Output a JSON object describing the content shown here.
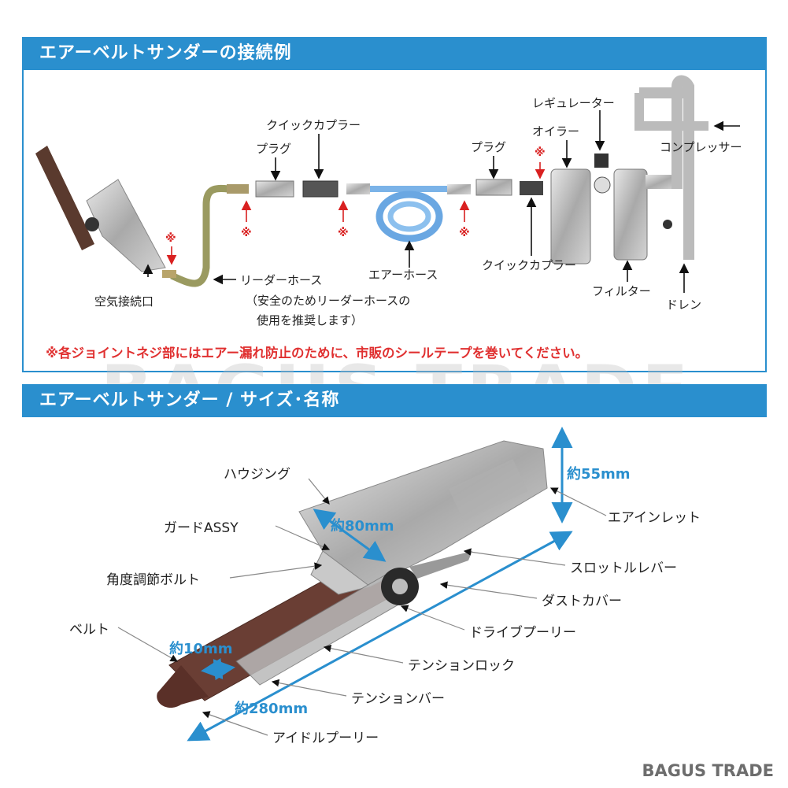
{
  "section1": {
    "title": "エアーベルトサンダーの接続例",
    "labels": {
      "air_inlet": "空気接続口",
      "leader_hose": "リーダーホース",
      "leader_hose_note1": "（安全のためリーダーホースの",
      "leader_hose_note2": "使用を推奨します）",
      "plug_left": "プラグ",
      "quick_coupler_top": "クイックカプラー",
      "air_hose": "エアーホース",
      "plug_right": "プラグ",
      "quick_coupler_bottom": "クイックカプラー",
      "regulator": "レギュレーター",
      "oiler": "オイラー",
      "compressor": "コンプレッサー",
      "filter": "フィルター",
      "drain": "ドレン",
      "mark": "※"
    },
    "note": "※各ジョイントネジ部にはエアー漏れ防止のために、市販のシールテープを巻いてください。"
  },
  "section2": {
    "title": "エアーベルトサンダー / サイズ･名称",
    "parts": {
      "housing": "ハウジング",
      "guard": "ガードASSY",
      "angle_bolt": "角度調節ボルト",
      "belt": "ベルト",
      "air_inlet": "エアインレット",
      "throttle": "スロットルレバー",
      "dust_cover": "ダストカバー",
      "drive_pulley": "ドライブプーリー",
      "tension_lock": "テンションロック",
      "tension_bar": "テンションバー",
      "idle_pulley": "アイドルプーリー"
    },
    "dims": {
      "height": "約55mm",
      "head": "約80mm",
      "width": "約10mm",
      "length": "約280mm"
    }
  },
  "watermark": "BAGUS TRADE",
  "brand": "BAGUS TRADE",
  "colors": {
    "accent": "#2a8fce",
    "warning": "#e03030"
  }
}
